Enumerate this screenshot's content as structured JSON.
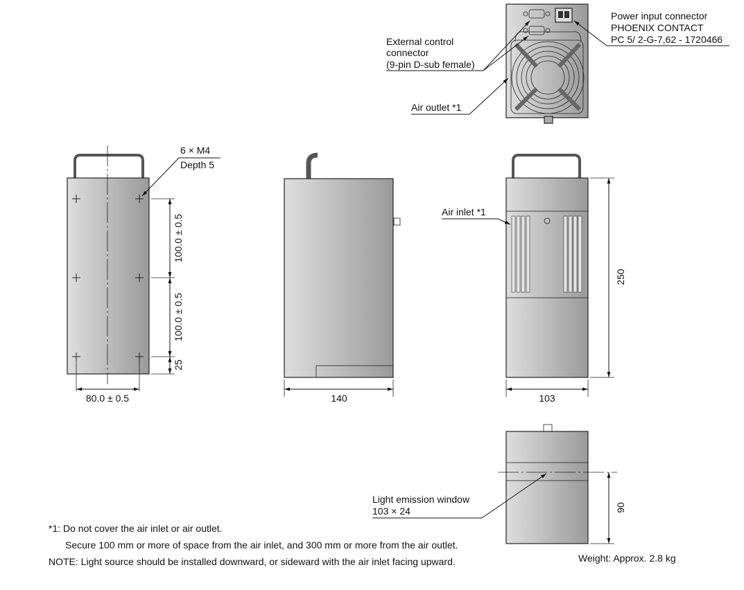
{
  "rear_view": {
    "power_connector": [
      "Power input connector",
      "PHOENIX CONTACT",
      "PC 5/ 2-G-7,62 - 1720466"
    ],
    "control_connector": [
      "External control",
      "connector",
      "(9-pin D-sub female)"
    ],
    "air_outlet": "Air outlet *1"
  },
  "left_view": {
    "screw_label": [
      "6 × M4",
      "Depth 5"
    ],
    "dim_upper": "100.0 ± 0.5",
    "dim_lower": "100.0 ± 0.5",
    "dim_bottom": "25",
    "dim_width": "80.0 ± 0.5"
  },
  "side_view": {
    "dim_depth": "140"
  },
  "front_view": {
    "air_inlet": "Air inlet *1",
    "dim_height": "250",
    "dim_width": "103"
  },
  "bottom_view": {
    "window_label": [
      "Light emission window",
      "103 × 24"
    ],
    "dim_window": "90",
    "window_color": "#e8cfe8"
  },
  "notes": {
    "note1": "*1: Do not cover the air inlet or air outlet.",
    "note1b": "Secure 100 mm or more of space from the air inlet, and 300 mm or more from the air outlet.",
    "note2": "NOTE: Light source should be installed downward, or sideward with the air inlet facing upward.",
    "weight": "Weight: Approx. 2.8 kg"
  }
}
